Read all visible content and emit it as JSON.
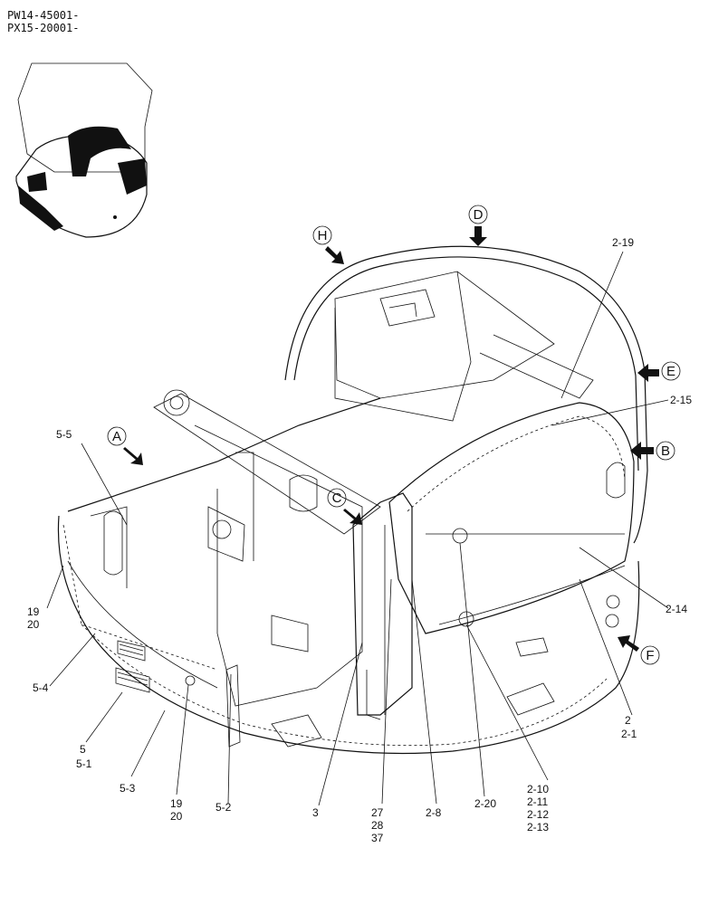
{
  "header": {
    "line1": "PW14-45001-",
    "line2": "PX15-20001-"
  },
  "view_markers": [
    "A",
    "B",
    "C",
    "D",
    "E",
    "F",
    "H"
  ],
  "callouts": {
    "c5_5": "5-5",
    "c2_19": "2-19",
    "c2_15": "2-15",
    "c2_14": "2-14",
    "c19_20_left": [
      "19",
      "20"
    ],
    "c5_4": "5-4",
    "c5_5_1": [
      "5",
      "5-1"
    ],
    "c5_3": "5-3",
    "c19_20_bottom": [
      "19",
      "20"
    ],
    "c5_2": "5-2",
    "c3": "3",
    "c27_28_37": [
      "27",
      "28",
      "37"
    ],
    "c2_8": "2-8",
    "c2_20": "2-20",
    "c2_10_13": [
      "2-10",
      "2-11",
      "2-12",
      "2-13"
    ],
    "c2_2_1": [
      "2",
      "2-1"
    ]
  }
}
